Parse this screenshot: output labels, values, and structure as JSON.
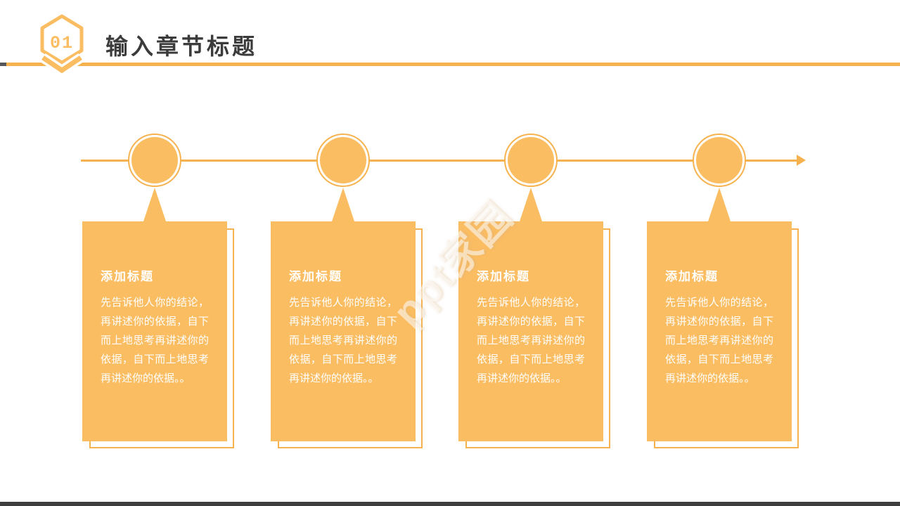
{
  "header": {
    "badge_number": "01",
    "title": "输入章节标题"
  },
  "watermark": {
    "text": "ppt家园"
  },
  "colors": {
    "orange_fill": "#FBBD62",
    "orange_stroke": "#F7B250",
    "heading_dark": "#3B3B3B",
    "footer_bar": "#3E3E3E",
    "card_text": "#FFFFFF"
  },
  "timeline": {
    "steps": [
      {
        "card_title": "添加标题",
        "card_body": "先告诉他人你的结论，再讲述你的依据，自下而上地思考再讲述你的依据，自下而上地思考再讲述你的依据。。"
      },
      {
        "card_title": "添加标题",
        "card_body": "先告诉他人你的结论，再讲述你的依据，自下而上地思考再讲述你的依据，自下而上地思考再讲述你的依据。。"
      },
      {
        "card_title": "添加标题",
        "card_body": "先告诉他人你的结论，再讲述你的依据，自下而上地思考再讲述你的依据，自下而上地思考再讲述你的依据。。"
      },
      {
        "card_title": "添加标题",
        "card_body": "先告诉他人你的结论，再讲述你的依据，自下而上地思考再讲述你的依据，自下而上地思考再讲述你的依据。。"
      }
    ]
  }
}
